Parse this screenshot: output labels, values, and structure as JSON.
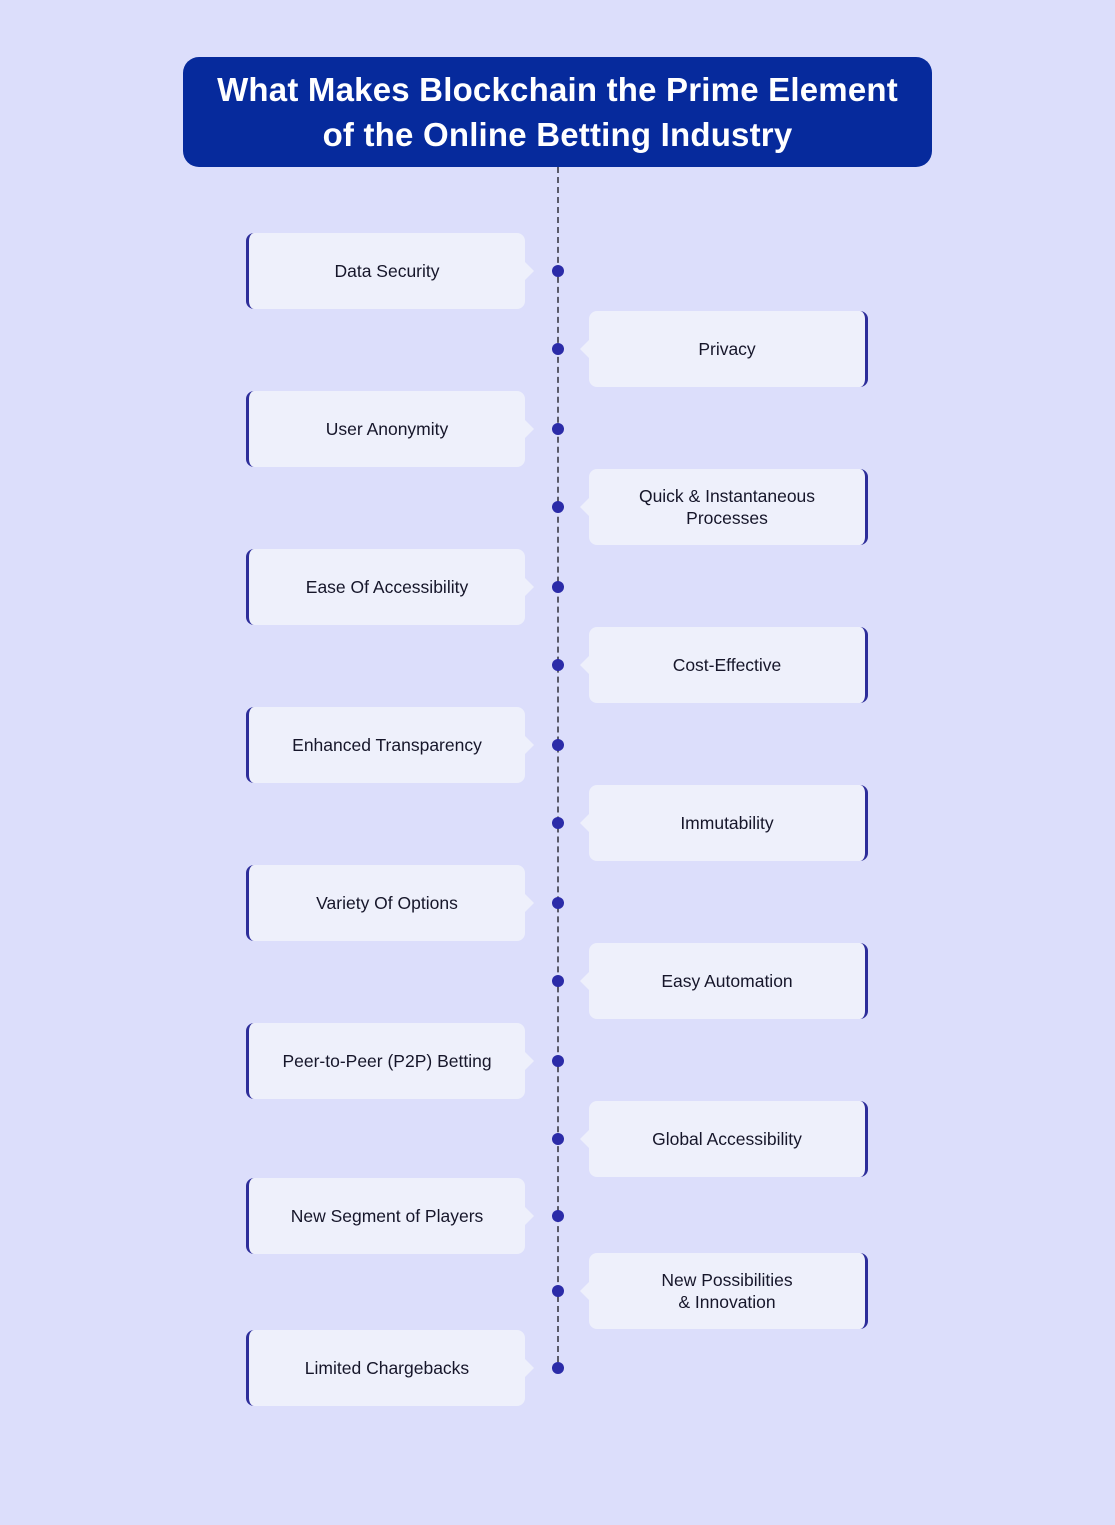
{
  "title": "What Makes Blockchain the Prime Element\nof the Online Betting Industry",
  "colors": {
    "background": "#dcdefb",
    "title_bg": "#062a9c",
    "card_bg": "#eef0fb",
    "accent": "#2d2d9a",
    "dot": "#2b2ba8"
  },
  "items": [
    {
      "label": "Data Security",
      "side": "left"
    },
    {
      "label": "Privacy",
      "side": "right"
    },
    {
      "label": "User Anonymity",
      "side": "left"
    },
    {
      "label": "Quick & Instantaneous\nProcesses",
      "side": "right"
    },
    {
      "label": "Ease Of Accessibility",
      "side": "left"
    },
    {
      "label": "Cost-Effective",
      "side": "right"
    },
    {
      "label": "Enhanced Transparency",
      "side": "left"
    },
    {
      "label": "Immutability",
      "side": "right"
    },
    {
      "label": "Variety Of Options",
      "side": "left"
    },
    {
      "label": "Easy Automation",
      "side": "right"
    },
    {
      "label": "Peer-to-Peer (P2P) Betting",
      "side": "left"
    },
    {
      "label": "Global Accessibility",
      "side": "right"
    },
    {
      "label": "New Segment of Players",
      "side": "left"
    },
    {
      "label": "New Possibilities\n& Innovation",
      "side": "right"
    },
    {
      "label": "Limited Chargebacks",
      "side": "left"
    }
  ]
}
